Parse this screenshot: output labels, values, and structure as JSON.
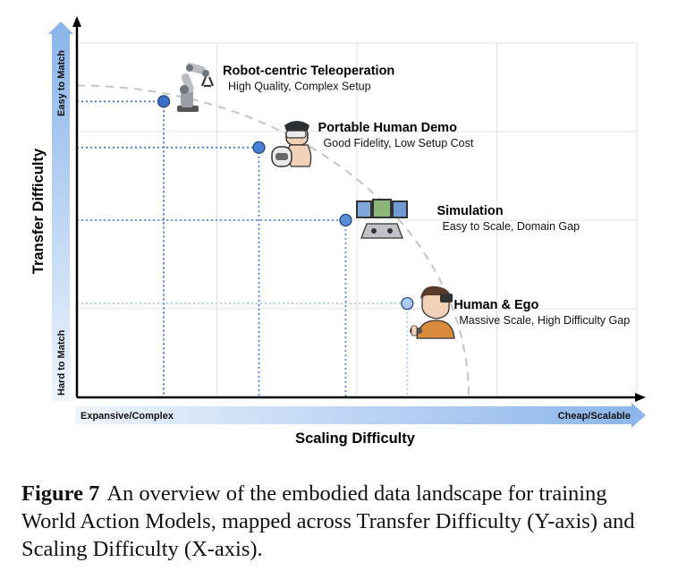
{
  "chart_data": {
    "type": "scatter",
    "xlabel": "Scaling Difficulty",
    "ylabel": "Transfer Difficulty",
    "xlim": [
      0,
      10
    ],
    "ylim": [
      0,
      10
    ],
    "x_scale_labels": {
      "low": "Expansive/Complex",
      "high": "Cheap/Scalable"
    },
    "y_scale_labels": {
      "low": "Hard to Match",
      "high": "Easy to Match"
    },
    "grid": true,
    "frontier": "dashed-arc",
    "points": [
      {
        "name": "Robot-centric Teleoperation",
        "subtitle": "High Quality, Complex Setup",
        "x": 1.55,
        "y": 8.35,
        "color": "#3d6fc4",
        "icon": "robot-arm-icon"
      },
      {
        "name": "Portable Human Demo",
        "subtitle": "Good Fidelity, Low Setup Cost",
        "x": 3.25,
        "y": 7.05,
        "color": "#4b7fd0",
        "icon": "vr-glove-icon"
      },
      {
        "name": "Simulation",
        "subtitle": "Easy to Scale, Domain Gap",
        "x": 4.8,
        "y": 5.0,
        "color": "#5a8fd8",
        "icon": "sim-workstation-icon"
      },
      {
        "name": "Human & Ego",
        "subtitle": "Massive Scale, High Difficulty Gap",
        "x": 5.9,
        "y": 2.65,
        "color": "#a9ccf0",
        "icon": "headset-person-icon"
      }
    ]
  },
  "caption": {
    "label": "Figure 7",
    "text": "An overview of the embodied data landscape for training World Action Models, mapped across Transfer Difficulty (Y-axis) and Scaling Difficulty (X-axis)."
  }
}
